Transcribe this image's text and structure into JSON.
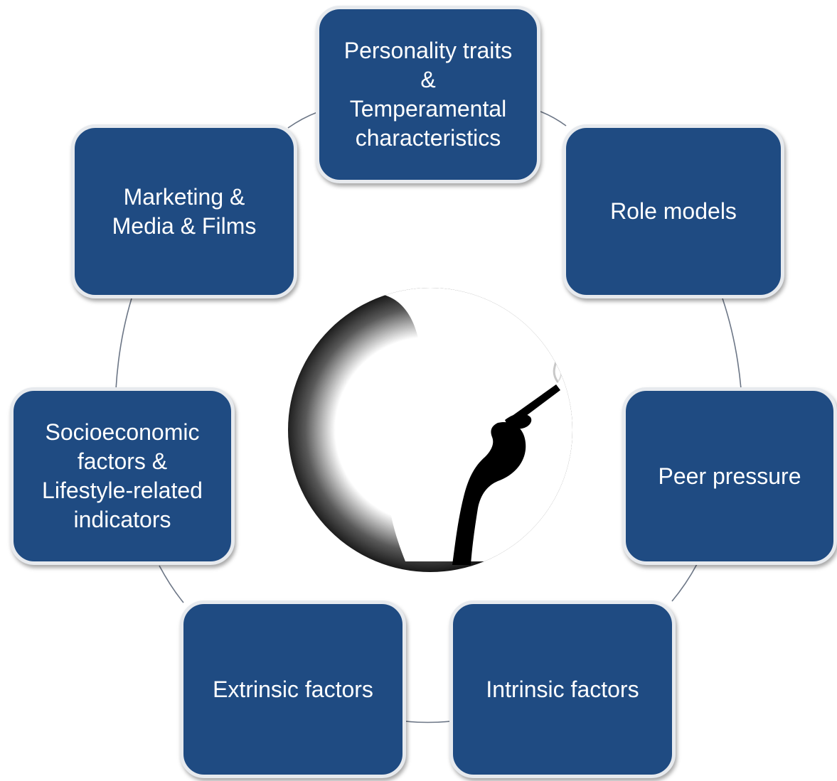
{
  "diagram": {
    "center_icon": "smoking-person-silhouette-icon",
    "colors": {
      "node_fill": "#1f4b82",
      "node_border": "#e7eaee",
      "node_text": "#ffffff",
      "connector": "#6c7686"
    },
    "nodes": [
      {
        "id": "personality",
        "label": "Personality  traits\n&\nTemperamental\ncharacteristics"
      },
      {
        "id": "role-models",
        "label": "Role models"
      },
      {
        "id": "peer-pressure",
        "label": "Peer pressure"
      },
      {
        "id": "intrinsic",
        "label": "Intrinsic factors"
      },
      {
        "id": "extrinsic",
        "label": "Extrinsic factors"
      },
      {
        "id": "socioeconomic",
        "label": "Socioeconomic\nfactors &\nLifestyle-related\nindicators"
      },
      {
        "id": "marketing",
        "label": "Marketing &\nMedia & Films"
      }
    ]
  }
}
